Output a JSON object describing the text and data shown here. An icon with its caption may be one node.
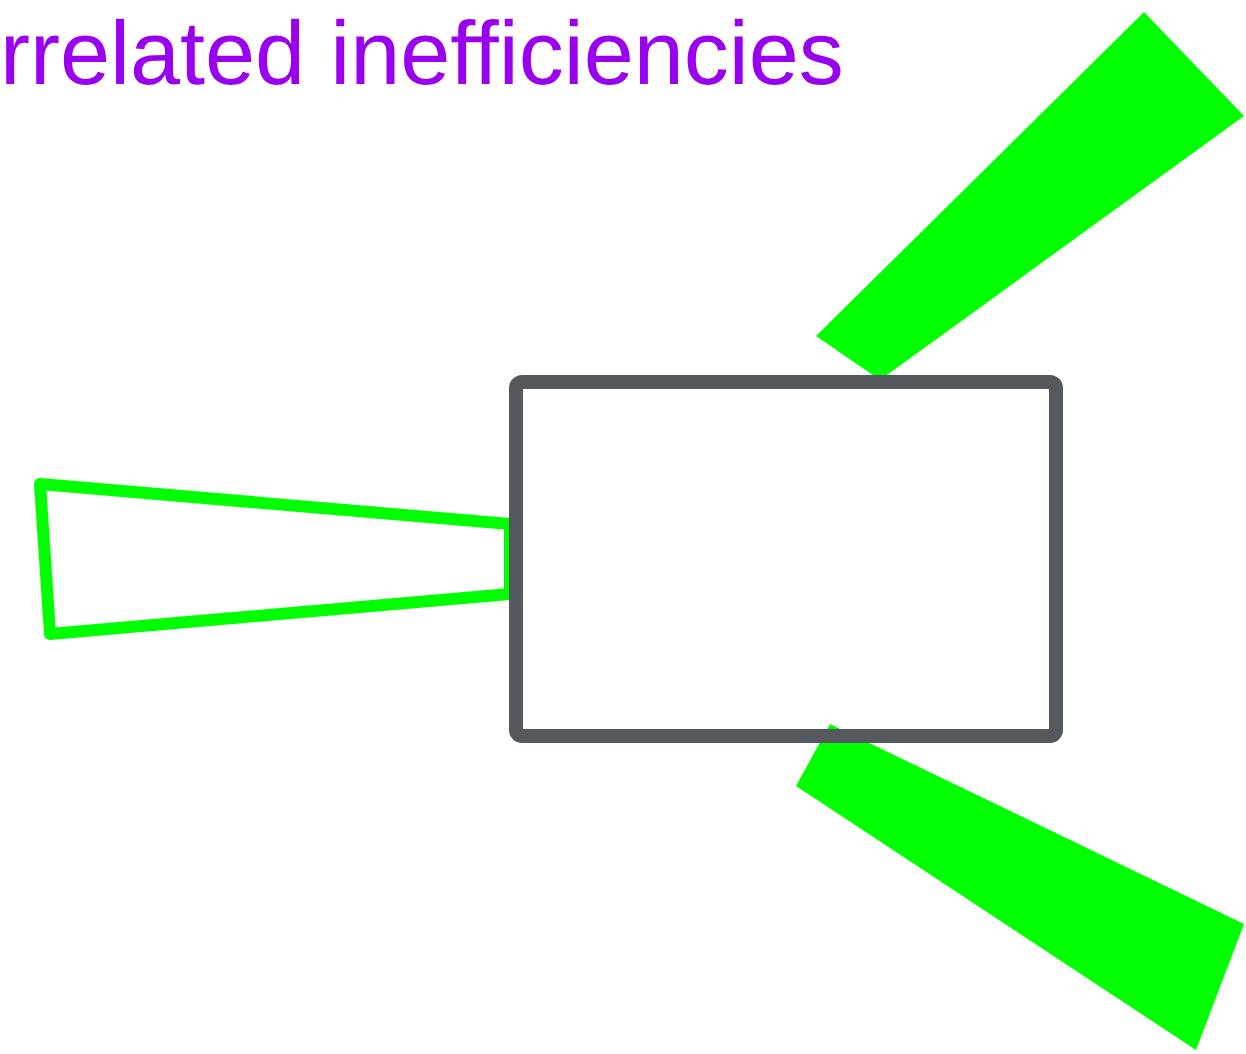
{
  "diagram": {
    "nodes": [
      {
        "text": [],
        "shape": "bar"
      },
      {
        "text": [],
        "shape": "bar"
      },
      {
        "text": [],
        "shape": "box"
      },
      {
        "text": [],
        "shape": "bar"
      }
    ],
    "labels": [
      "rrelated inefficiencies"
    ]
  }
}
